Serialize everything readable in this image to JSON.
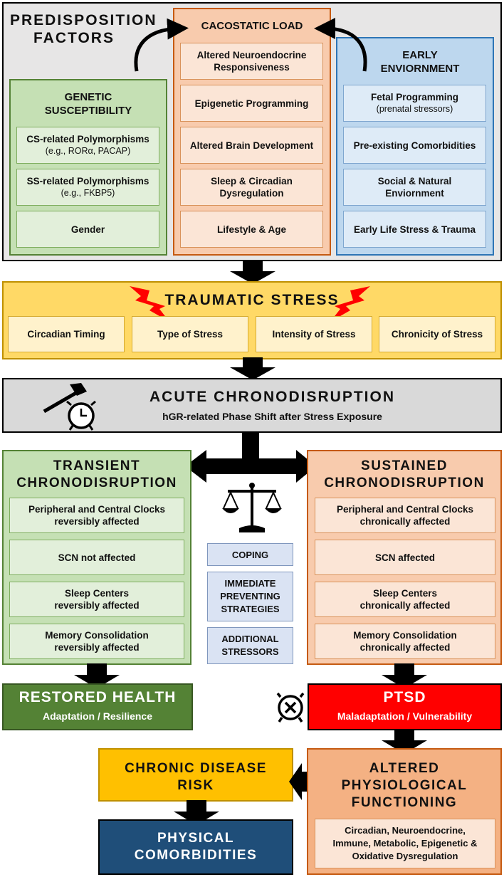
{
  "predisposition": {
    "title_line1": "PREDISPOSITION",
    "title_line2": "FACTORS",
    "genetic": {
      "title_line1": "GENETIC",
      "title_line2": "SUSCEPTIBILITY",
      "items": [
        {
          "label": "CS-related Polymorphisms",
          "sub": "(e.g., RORα, PACAP)"
        },
        {
          "label": "SS-related Polymorphisms",
          "sub": "(e.g., FKBP5)"
        },
        {
          "label": "Gender",
          "sub": ""
        }
      ]
    },
    "cacostatic": {
      "title": "CACOSTATIC LOAD",
      "items": [
        {
          "line1": "Altered Neuroendocrine",
          "line2": "Responsiveness"
        },
        {
          "line1": "Epigenetic Programming",
          "line2": ""
        },
        {
          "line1": "Altered Brain Development",
          "line2": ""
        },
        {
          "line1": "Sleep & Circadian",
          "line2": "Dysregulation"
        },
        {
          "line1": "Lifestyle & Age",
          "line2": ""
        }
      ]
    },
    "early": {
      "title_line1": "EARLY",
      "title_line2": "ENVIORNMENT",
      "items": [
        {
          "label": "Fetal Programming",
          "sub": "(prenatal stressors)"
        },
        {
          "label": "Pre-existing Comorbidities",
          "sub": ""
        },
        {
          "label": "Social & Natural",
          "sub2": "Enviornment"
        },
        {
          "label": "Early Life Stress & Trauma",
          "sub": ""
        }
      ]
    }
  },
  "traumatic": {
    "title": "TRAUMATIC STRESS",
    "items": [
      "Circadian Timing",
      "Type of Stress",
      "Intensity of Stress",
      "Chronicity of Stress"
    ]
  },
  "acute": {
    "title": "ACUTE CHRONODISRUPTION",
    "subtitle": "hGR-related Phase Shift after Stress Exposure"
  },
  "transient": {
    "title_line1": "TRANSIENT",
    "title_line2": "CHRONODISRUPTION",
    "items": [
      {
        "line1": "Peripheral and Central Clocks",
        "line2": "reversibly affected"
      },
      {
        "line1": "SCN not affected",
        "line2": ""
      },
      {
        "line1": "Sleep Centers",
        "line2": "reversibly affected"
      },
      {
        "line1": "Memory Consolidation",
        "line2": "reversibly affected"
      }
    ]
  },
  "sustained": {
    "title_line1": "SUSTAINED",
    "title_line2": "CHRONODISRUPTION",
    "items": [
      {
        "line1": "Peripheral and Central Clocks",
        "line2": "chronically affected"
      },
      {
        "line1": "SCN affected",
        "line2": ""
      },
      {
        "line1": "Sleep Centers",
        "line2": "chronically affected"
      },
      {
        "line1": "Memory Consolidation",
        "line2": "chronically affected"
      }
    ]
  },
  "modulators": [
    {
      "line1": "COPING",
      "line2": "",
      "line3": ""
    },
    {
      "line1": "IMMEDIATE",
      "line2": "PREVENTING",
      "line3": "STRATEGIES"
    },
    {
      "line1": "ADDITIONAL",
      "line2": "STRESSORS",
      "line3": ""
    }
  ],
  "restored": {
    "title": "RESTORED HEALTH",
    "subtitle": "Adaptation / Resilience"
  },
  "ptsd": {
    "title": "PTSD",
    "subtitle": "Maladaptation / Vulnerability"
  },
  "chronic": {
    "title_line1": "CHRONIC DISEASE",
    "title_line2": "RISK"
  },
  "altered": {
    "title_line1": "ALTERED",
    "title_line2": "PHYSIOLOGICAL",
    "title_line3": "FUNCTIONING",
    "detail_line1": "Circadian, Neuroendocrine,",
    "detail_line2": "Immune, Metabolic, Epigenetic &",
    "detail_line3": "Oxidative Dysregulation"
  },
  "physical": {
    "title_line1": "PHYSICAL",
    "title_line2": "COMORBIDITIES"
  },
  "colors": {
    "green": "#c5e0b4",
    "orange": "#f8cbad",
    "blue": "#bdd7ee",
    "yellow": "#ffd966",
    "gray": "#d9d9d9",
    "dark_green": "#548235",
    "red": "#ff0000",
    "gold": "#ffc000",
    "navy": "#1f4e79",
    "salmon": "#f4b183"
  },
  "icons": [
    "curved-arrow-icon",
    "lightning-icon",
    "hammer-alarm-clock-icon",
    "scales-icon",
    "broken-clock-icon"
  ]
}
